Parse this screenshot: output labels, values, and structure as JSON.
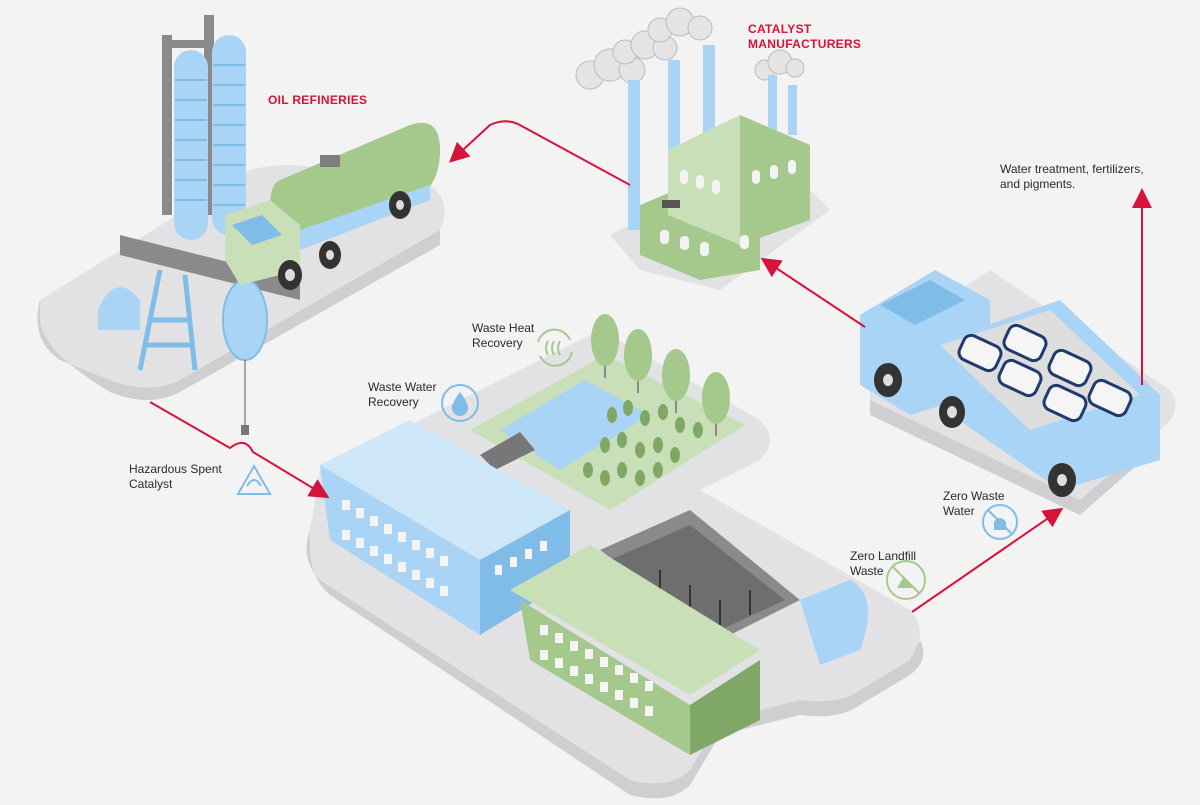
{
  "labels": {
    "oil_refineries": "OIL REFINERIES",
    "catalyst_manufacturers": [
      "CATALYST",
      "MANUFACTURERS"
    ],
    "end_uses": [
      "Water treatment, fertilizers,",
      "and pigments."
    ],
    "waste_heat_recovery": [
      "Waste Heat",
      "Recovery"
    ],
    "waste_water_recovery": [
      "Waste Water",
      "Recovery"
    ],
    "hazardous_spent_catalyst": [
      "Hazardous Spent",
      "Catalyst"
    ],
    "zero_landfill_waste": [
      "Zero Landfill",
      "Waste"
    ],
    "zero_waste_water": [
      "Zero Waste",
      "Water"
    ]
  },
  "icons": {
    "hazard": "hazard-triangle-icon",
    "waste_water": "water-drop-icon",
    "waste_heat": "heat-recycle-icon",
    "landfill": "no-landfill-icon",
    "zero_water": "no-water-waste-icon"
  },
  "colors": {
    "background": "#f3f3f3",
    "platform": "#e2e2e4",
    "blue": "#a9d4f5",
    "blue_dark": "#7fbce8",
    "green": "#a5c98c",
    "green_dark": "#7fa866",
    "accent_red": "#d6133a",
    "navy": "#1f3a6e"
  }
}
